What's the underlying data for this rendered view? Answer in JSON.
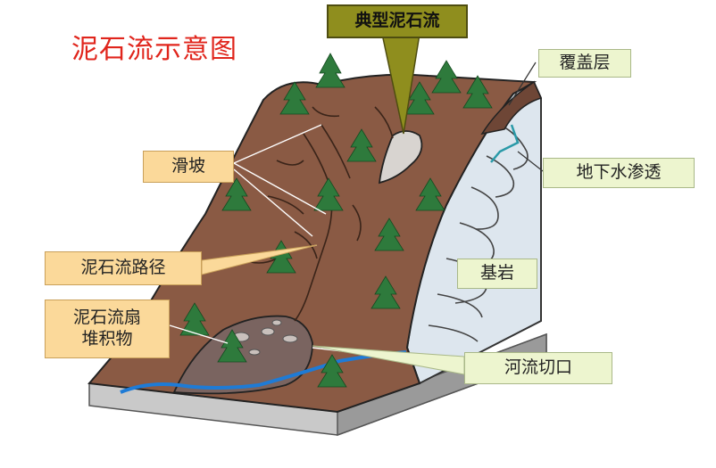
{
  "title": "泥石流示意图",
  "labels": {
    "typical": "典型泥石流",
    "cover": "覆盖层",
    "landslide": "滑坡",
    "groundwater": "地下水渗透",
    "path": "泥石流路径",
    "bedrock": "基岩",
    "fan_line1": "泥石流扇",
    "fan_line2": "堆积物",
    "river_cut": "河流切口"
  },
  "colors": {
    "title": "#e0251c",
    "soil": "#8a5a44",
    "soil_dark": "#5e3d2f",
    "bedrock": "#dde6ee",
    "tree": "#2e7a3c",
    "river": "#1e7bd6",
    "label_tan": "#fbd99a",
    "label_green": "#edf5cf",
    "label_olive": "#8f8e1e"
  }
}
